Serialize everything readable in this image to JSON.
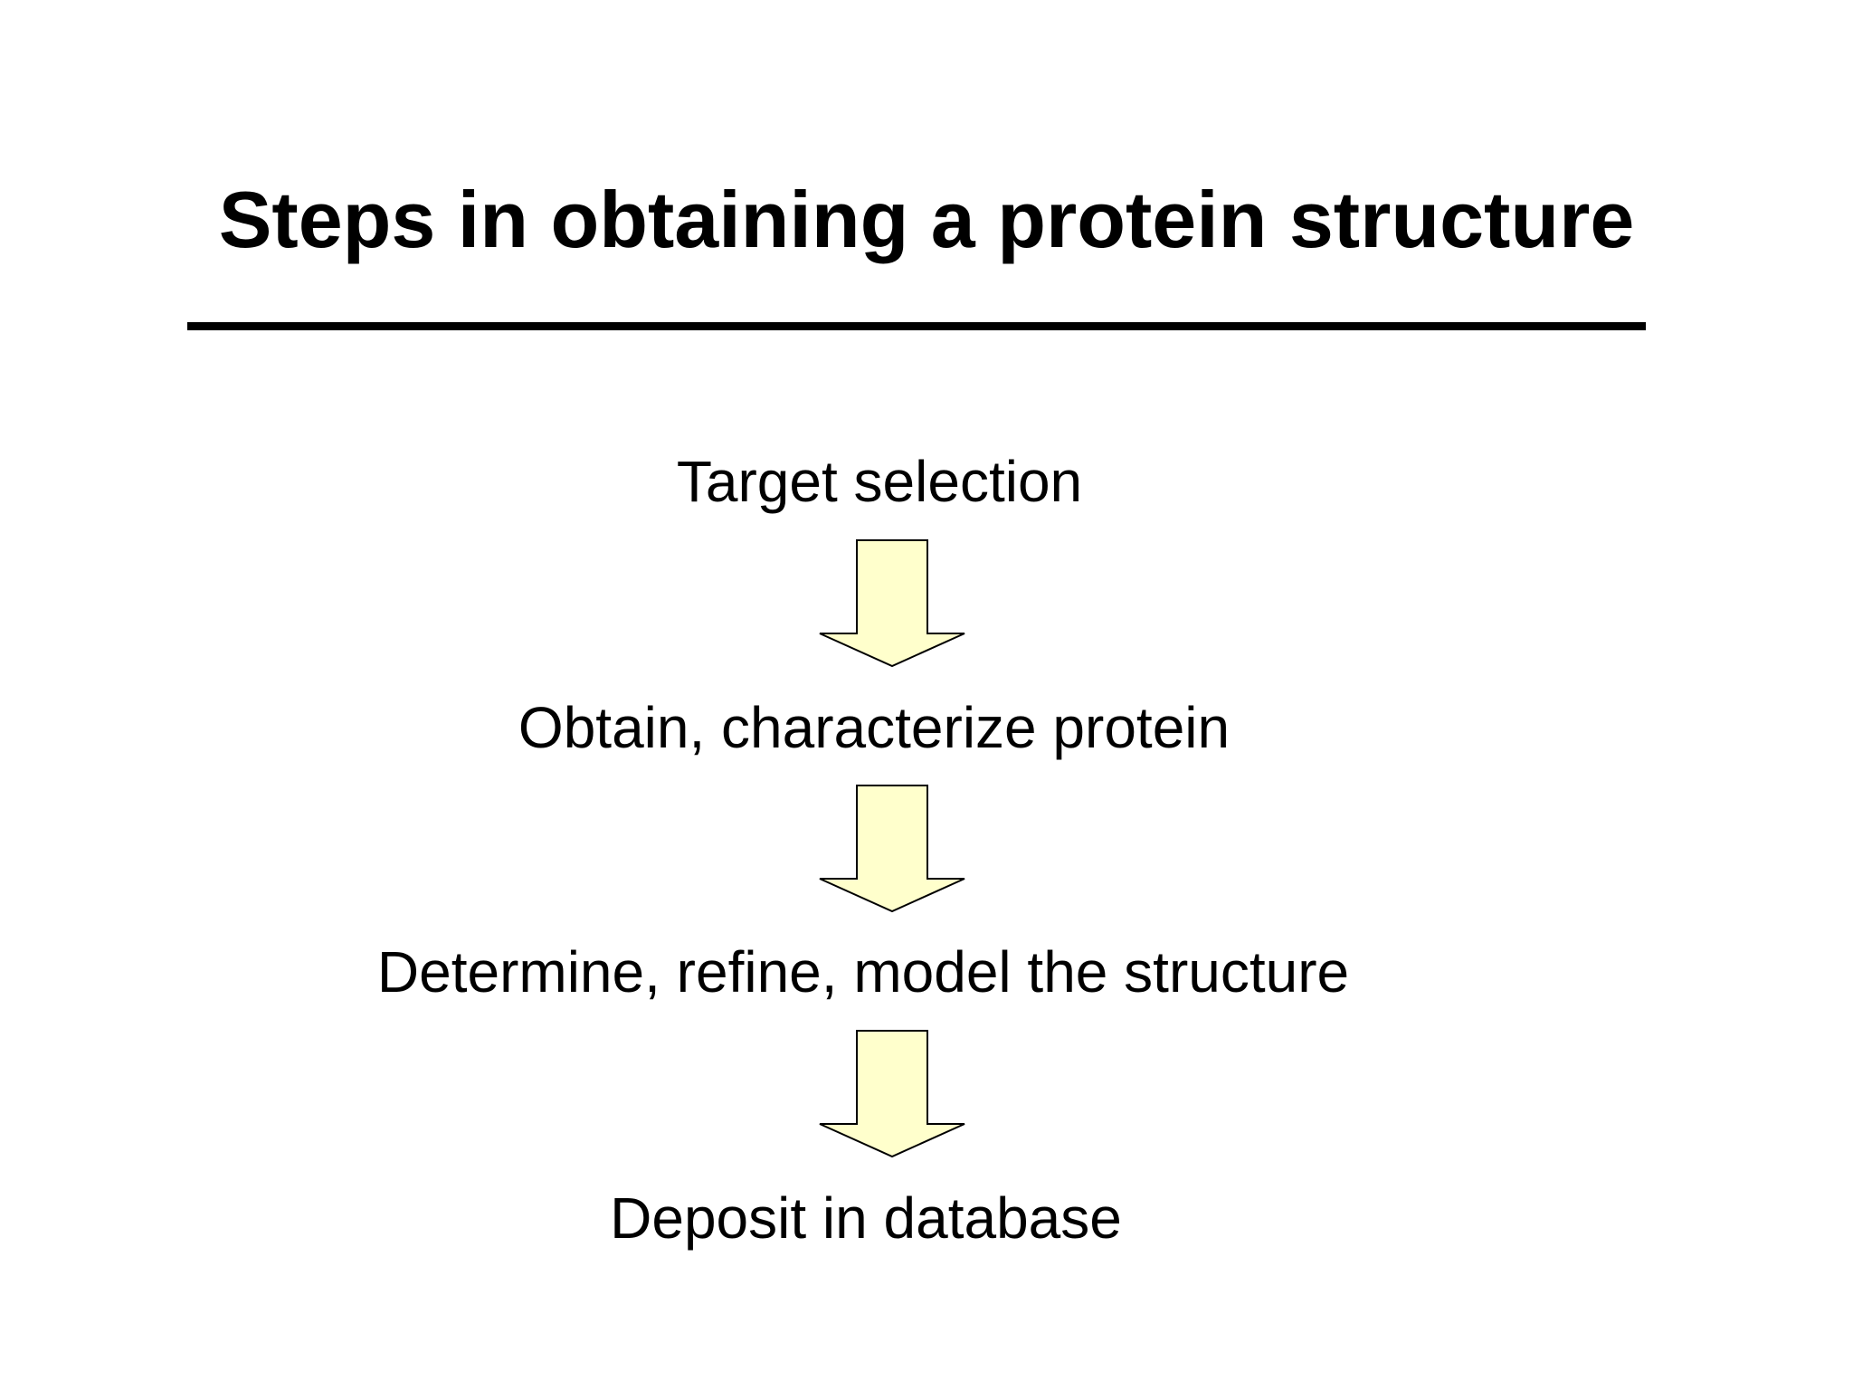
{
  "title": "Steps in obtaining a protein structure",
  "steps": [
    {
      "label": "Target selection"
    },
    {
      "label": "Obtain, characterize protein"
    },
    {
      "label": "Determine, refine, model the structure"
    },
    {
      "label": "Deposit in database"
    }
  ],
  "arrow": {
    "icon": "down-arrow-icon",
    "fill": "#ffffcc",
    "stroke": "#000000"
  }
}
